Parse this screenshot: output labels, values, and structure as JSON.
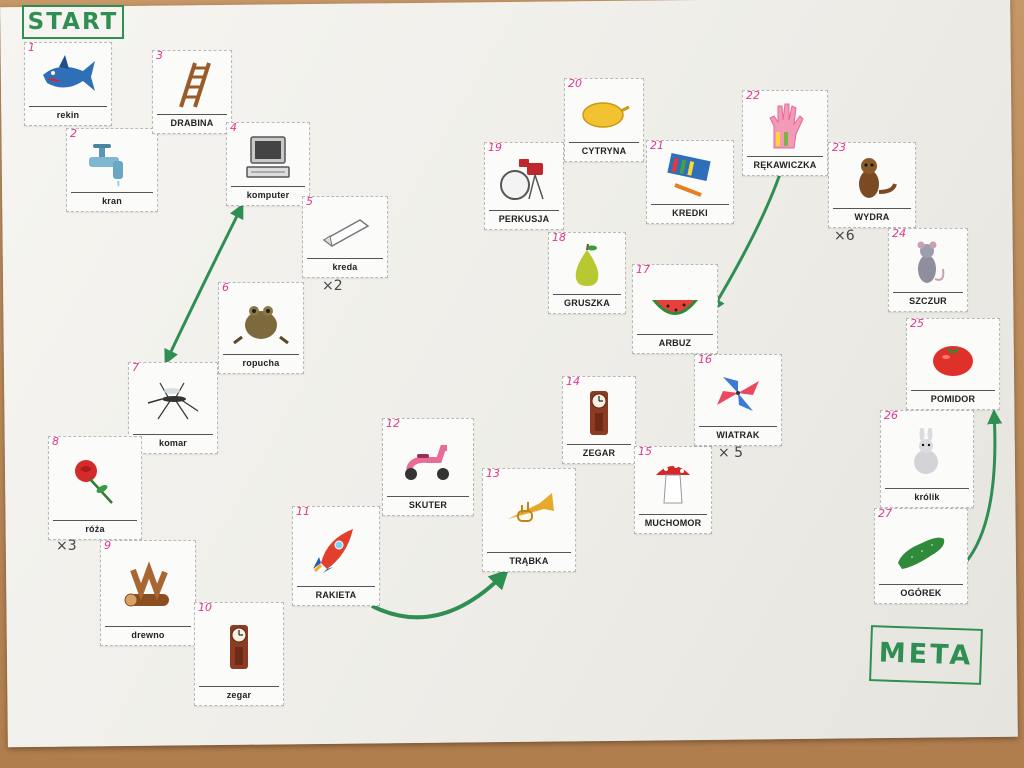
{
  "board": {
    "start_label": "START",
    "finish_label": "META",
    "cards": [
      {
        "n": "1",
        "word": "rekin",
        "icon": "shark-icon"
      },
      {
        "n": "2",
        "word": "kran",
        "icon": "faucet-icon"
      },
      {
        "n": "3",
        "word": "DRABINA",
        "icon": "ladder-icon"
      },
      {
        "n": "4",
        "word": "komputer",
        "icon": "computer-icon"
      },
      {
        "n": "5",
        "word": "kreda",
        "icon": "chalk-icon"
      },
      {
        "n": "6",
        "word": "ropucha",
        "icon": "toad-icon"
      },
      {
        "n": "7",
        "word": "komar",
        "icon": "mosquito-icon"
      },
      {
        "n": "8",
        "word": "róża",
        "icon": "rose-icon"
      },
      {
        "n": "9",
        "word": "drewno",
        "icon": "firewood-icon"
      },
      {
        "n": "10",
        "word": "zegar",
        "icon": "grandfather-clock-icon"
      },
      {
        "n": "11",
        "word": "RAKIETA",
        "icon": "rocket-icon"
      },
      {
        "n": "12",
        "word": "SKUTER",
        "icon": "scooter-icon"
      },
      {
        "n": "13",
        "word": "TRĄBKA",
        "icon": "trumpet-icon"
      },
      {
        "n": "14",
        "word": "ZEGAR",
        "icon": "grandfather-clock-icon"
      },
      {
        "n": "15",
        "word": "MUCHOMOR",
        "icon": "toadstool-icon"
      },
      {
        "n": "16",
        "word": "WIATRAK",
        "icon": "pinwheel-icon"
      },
      {
        "n": "17",
        "word": "ARBUZ",
        "icon": "watermelon-icon"
      },
      {
        "n": "18",
        "word": "GRUSZKA",
        "icon": "pear-icon"
      },
      {
        "n": "19",
        "word": "PERKUSJA",
        "icon": "drum-kit-icon"
      },
      {
        "n": "20",
        "word": "CYTRYNA",
        "icon": "lemon-icon"
      },
      {
        "n": "21",
        "word": "KREDKI",
        "icon": "crayons-icon"
      },
      {
        "n": "22",
        "word": "RĘKAWICZKA",
        "icon": "glove-icon"
      },
      {
        "n": "23",
        "word": "WYDRA",
        "icon": "otter-icon"
      },
      {
        "n": "24",
        "word": "SZCZUR",
        "icon": "rat-icon"
      },
      {
        "n": "25",
        "word": "POMIDOR",
        "icon": "tomato-icon"
      },
      {
        "n": "26",
        "word": "królik",
        "icon": "rabbit-icon"
      },
      {
        "n": "27",
        "word": "OGÓREK",
        "icon": "cucumber-icon"
      }
    ],
    "multipliers": [
      {
        "after": "5",
        "text": "×2"
      },
      {
        "after": "8",
        "text": "×3"
      },
      {
        "after": "16",
        "text": "× 5"
      },
      {
        "after": "23",
        "text": "×6"
      }
    ],
    "jumps": [
      {
        "from": "4",
        "to": "7",
        "kind": "two-way"
      },
      {
        "from": "11",
        "to": "13",
        "kind": "forward"
      },
      {
        "from": "22",
        "to": "17",
        "kind": "back"
      },
      {
        "from": "27",
        "to": "25",
        "kind": "forward"
      }
    ],
    "colors": {
      "marker_green": "#2f8f52",
      "number_pink": "#e8338a"
    }
  }
}
